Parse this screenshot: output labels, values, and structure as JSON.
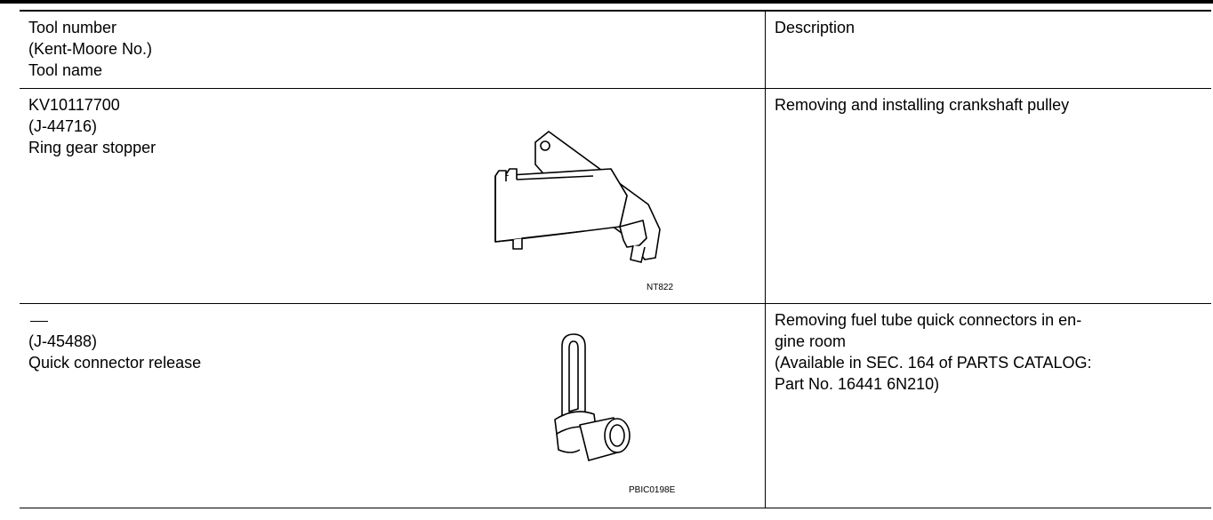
{
  "header": {
    "left_lines": [
      "Tool number",
      "(Kent-Moore No.)",
      "Tool name"
    ],
    "right": "Description"
  },
  "rows": [
    {
      "tool_number": "KV10117700",
      "kent_moore": "(J-44716)",
      "tool_name": "Ring gear stopper",
      "figure_code": "NT822",
      "figure_icon": "ring-gear-stopper-drawing",
      "description_lines": [
        "Removing and installing crankshaft pulley"
      ]
    },
    {
      "tool_number": "—",
      "kent_moore": "(J-45488)",
      "tool_name": "Quick connector release",
      "figure_code": "PBIC0198E",
      "figure_icon": "quick-connector-release-drawing",
      "description_lines": [
        "Removing fuel tube quick connectors in en-",
        "gine room",
        "(Available in SEC. 164 of PARTS CATALOG:",
        "Part No. 16441 6N210)"
      ]
    }
  ]
}
